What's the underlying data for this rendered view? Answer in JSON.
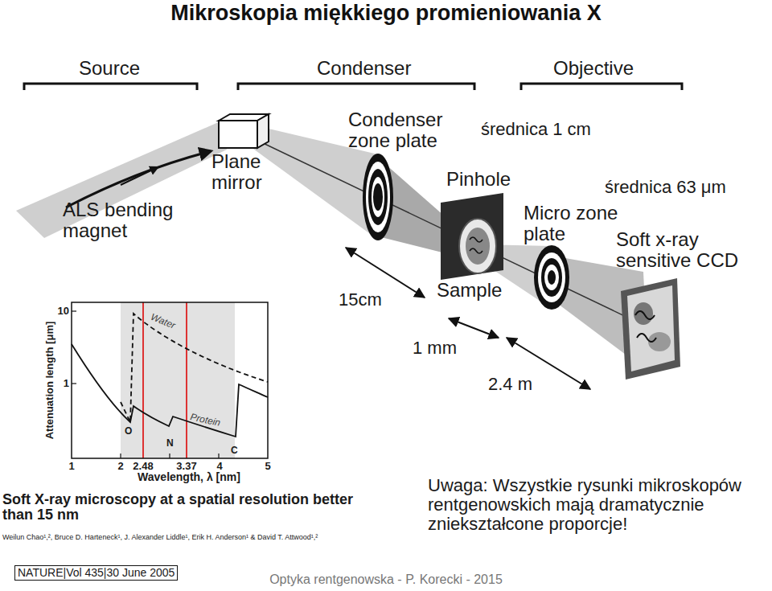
{
  "diagram": {
    "title": "Mikroskopia miękkiego promieniowania X",
    "labels": [
      "Source",
      "Condenser",
      "Objective",
      "Condenser zone plate",
      "średnica 1 cm",
      "Plane mirror",
      "ALS bending magnet",
      "Pinhole",
      "średnica 63 μm",
      "Micro zone plate",
      "Soft x-ray sensitive CCD",
      "Sample",
      "15cm",
      "1 mm",
      "2.4 m",
      "10",
      "1",
      "Water",
      "Protein",
      "O",
      "N",
      "C",
      "Attenuation length [μm]",
      "1",
      "2",
      "2.48",
      "3.37",
      "4",
      "5",
      "Wavelength, λ [nm]",
      "Soft X-ray microscopy at a spatial resolution better than 15 nm",
      "Weilun Chao¹,², Bruce D. Harteneck¹, J. Alexander Liddle¹, Erik H. Anderson¹ & David T. Attwood¹,²",
      "NATURE|Vol 435|30 June 2005",
      "Uwaga: Wszystkie rysunki mikroskopów rentgenowskich mają dramatycznie zniekształcone proporcje!",
      "Optyka rentgenowska - P. Korecki - 2015"
    ]
  }
}
